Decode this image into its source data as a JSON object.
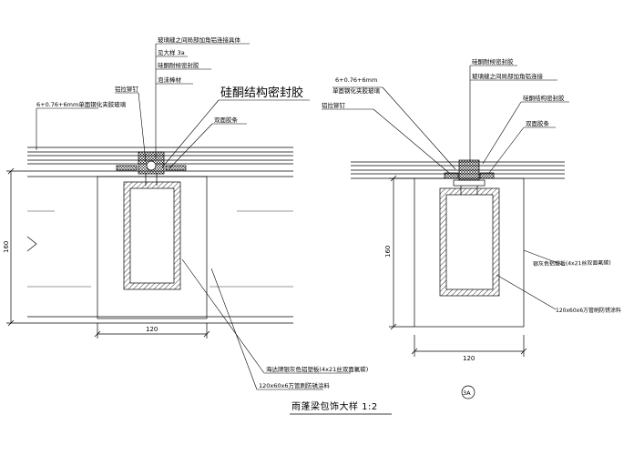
{
  "title": "雨蓬梁包饰大样  1:2",
  "left_detail": {
    "labels": {
      "glass_joint": "玻璃缝之间局部加角铝连接具体",
      "see_detail": "见大样  3a",
      "weather_sealant": "硅酮耐候密封胶",
      "foam_rod": "泡沫棒材",
      "rivet": "铝拉铆钉",
      "glass": "6+0.76+6mm单面钢化夹胶玻璃",
      "structural_sealant": "硅酮结构密封胶",
      "double_tape": "双面胶条",
      "alu_panel": "海达牌银灰色铝塑板(4x21丝双面氟碳)",
      "steel_tube": "120x60x6方管刷防锈涂料"
    },
    "dim_width": "120",
    "dim_height": "160"
  },
  "right_detail": {
    "labels": {
      "glass_spec": "6+0.76+6mm",
      "glass_type": "单面钢化夹胶玻璃",
      "rivet": "铝拉铆钉",
      "weather_sealant": "硅酮耐候密封胶",
      "glass_joint": "玻璃缝之间局部加角铝连接",
      "structural_sealant": "硅酮结构密封胶",
      "double_tape": "双面胶条",
      "alu_panel": "银灰色铝塑板(4x21丝双面氟碳)",
      "steel_tube": "120x60x6方管刷防锈涂料"
    },
    "dim_width": "120",
    "dim_height": "160",
    "detail_marker": "3A"
  },
  "colors": {
    "line": "#000000",
    "background": "#ffffff"
  }
}
